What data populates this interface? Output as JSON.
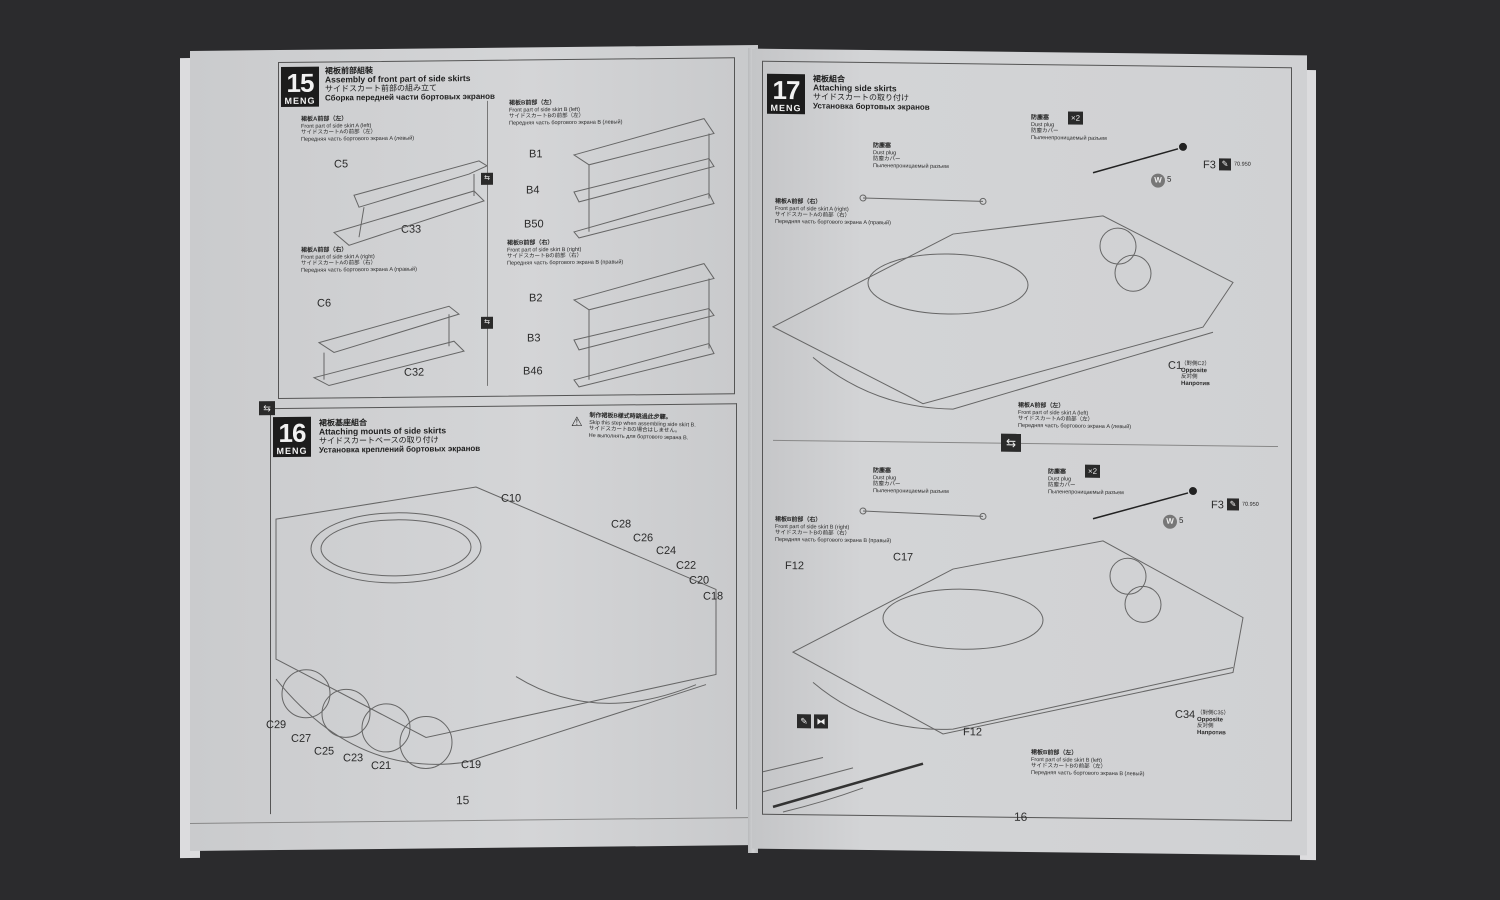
{
  "document": {
    "brand": "MENG",
    "pages": [
      {
        "page_number": "15",
        "steps": [
          {
            "number": "15",
            "title_cn": "裙板前部組裝",
            "title_en": "Assembly of front part of side skirts",
            "title_jp": "サイドスカート前部の組み立て",
            "title_ru": "Сборка передней части бортовых экранов",
            "sub_assemblies": [
              {
                "cn": "裙板A前部（左）",
                "en": "Front part of side skirt A (left)",
                "jp": "サイドスカートAの前部（左）",
                "ru": "Передняя часть бортового экрана A (левый)",
                "parts": [
                  "C5",
                  "C33"
                ]
              },
              {
                "cn": "裙板B前部（左）",
                "en": "Front part of side skirt B (left)",
                "jp": "サイドスカートBの前部（左）",
                "ru": "Передняя часть бортового экрана B (левый)",
                "parts": [
                  "B1",
                  "B4",
                  "B50"
                ]
              },
              {
                "cn": "裙板A前部（右）",
                "en": "Front part of side skirt A (right)",
                "jp": "サイドスカートAの前部（右）",
                "ru": "Передняя часть бортового экрана A (правый)",
                "parts": [
                  "C6",
                  "C32"
                ]
              },
              {
                "cn": "裙板B前部（右）",
                "en": "Front part of side skirt B (right)",
                "jp": "サイドスカートBの前部（右）",
                "ru": "Передняя часть бортового экрана B (правый)",
                "parts": [
                  "B2",
                  "B3",
                  "B46"
                ]
              }
            ]
          },
          {
            "number": "16",
            "title_cn": "裙板基座組合",
            "title_en": "Attaching mounts of side skirts",
            "title_jp": "サイドスカートベースの取り付け",
            "title_ru": "Установка креплений бортовых экранов",
            "warning": {
              "icon": "warning-triangle-icon",
              "cn": "制作裙板B樣式時跳過此步驟。",
              "en": "Skip this step when assembling side skirt B.",
              "jp": "サイドスカートBの場合はしません。",
              "ru": "Не выполнять для бортового экрана B."
            },
            "parts": [
              "C10",
              "C28",
              "C26",
              "C24",
              "C22",
              "C20",
              "C18",
              "C29",
              "C27",
              "C25",
              "C23",
              "C21",
              "C19"
            ]
          }
        ]
      },
      {
        "page_number": "16",
        "steps": [
          {
            "number": "17",
            "title_cn": "裙板組合",
            "title_en": "Attaching side skirts",
            "title_jp": "サイドスカートの取り付け",
            "title_ru": "Установка бортовых экранов",
            "variant_a": {
              "dust_plug_left": {
                "cn": "防塵塞",
                "en": "Dust plug",
                "jp": "防塵カバー",
                "ru": "Пыленепроницаемый разъем"
              },
              "dust_plug_right": {
                "cn": "防塵塞",
                "en": "Dust plug",
                "jp": "防塵カバー",
                "ru": "Пыленепроницаемый разъем",
                "qty": "×2",
                "part": "F3",
                "paint": "70.950",
                "wire_label": "W",
                "wire_length": "5"
              },
              "skirt_front": {
                "cn": "裙板A前部（右）",
                "en": "Front part of side skirt A (right)",
                "jp": "サイドスカートAの前部（右）",
                "ru": "Передняя часть бортового экрана A (правый)"
              },
              "skirt_back": {
                "cn": "裙板A前部（左）",
                "en": "Front part of side skirt A (left)",
                "jp": "サイドスカートAの前部（左）",
                "ru": "Передняя часть бортового экрана A (левый)"
              },
              "part": "C1",
              "opposite_part": "（對側C2）",
              "opposite_en": "Opposite",
              "opposite_cn": "反対側",
              "opposite_ru": "Напротив"
            },
            "variant_b": {
              "dust_plug_left": {
                "cn": "防塵塞",
                "en": "Dust plug",
                "jp": "防塵カバー",
                "ru": "Пыленепроницаемый разъем"
              },
              "dust_plug_right": {
                "cn": "防塵塞",
                "en": "Dust plug",
                "jp": "防塵カバー",
                "ru": "Пыленепроницаемый разъем",
                "qty": "×2",
                "part": "F3",
                "paint": "70.950",
                "wire_label": "W",
                "wire_length": "5"
              },
              "skirt_front": {
                "cn": "裙板B前部（右）",
                "en": "Front part of side skirt B (right)",
                "jp": "サイドスカートBの前部（右）",
                "ru": "Передняя часть бортового экрана B (правый)"
              },
              "skirt_back": {
                "cn": "裙板B前部（左）",
                "en": "Front part of side skirt B (left)",
                "jp": "サイドスカートBの前部（左）",
                "ru": "Передняя часть бортового экрана B (левый)"
              },
              "parts": [
                "F12",
                "C17",
                "F12"
              ],
              "part": "C34",
              "opposite_part": "（對側C35）",
              "opposite_en": "Opposite",
              "opposite_cn": "反対側",
              "opposite_ru": "Напротив"
            },
            "option_icon": "alternative-swap-icon"
          }
        ]
      }
    ]
  }
}
